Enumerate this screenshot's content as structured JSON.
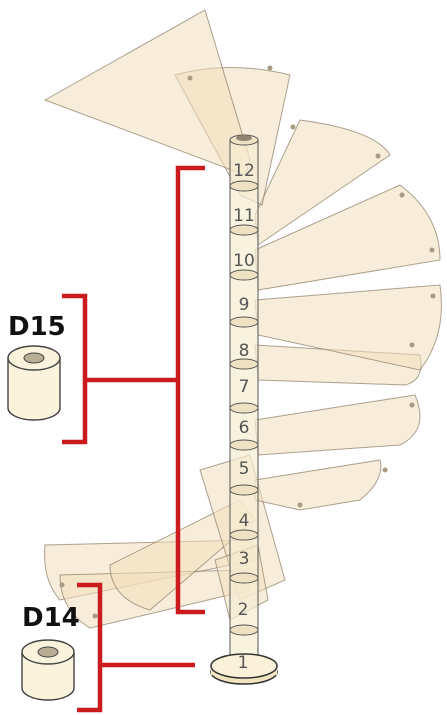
{
  "diagram": {
    "labels": {
      "d15": "D15",
      "d14": "D14"
    },
    "step_numbers": [
      "1",
      "2",
      "3",
      "4",
      "5",
      "6",
      "7",
      "8",
      "9",
      "10",
      "11",
      "12"
    ],
    "colors": {
      "bracket": "#cc1b1f",
      "tread_fill": "#f3dfbb",
      "spacer_fill": "#fbf3dc"
    }
  }
}
